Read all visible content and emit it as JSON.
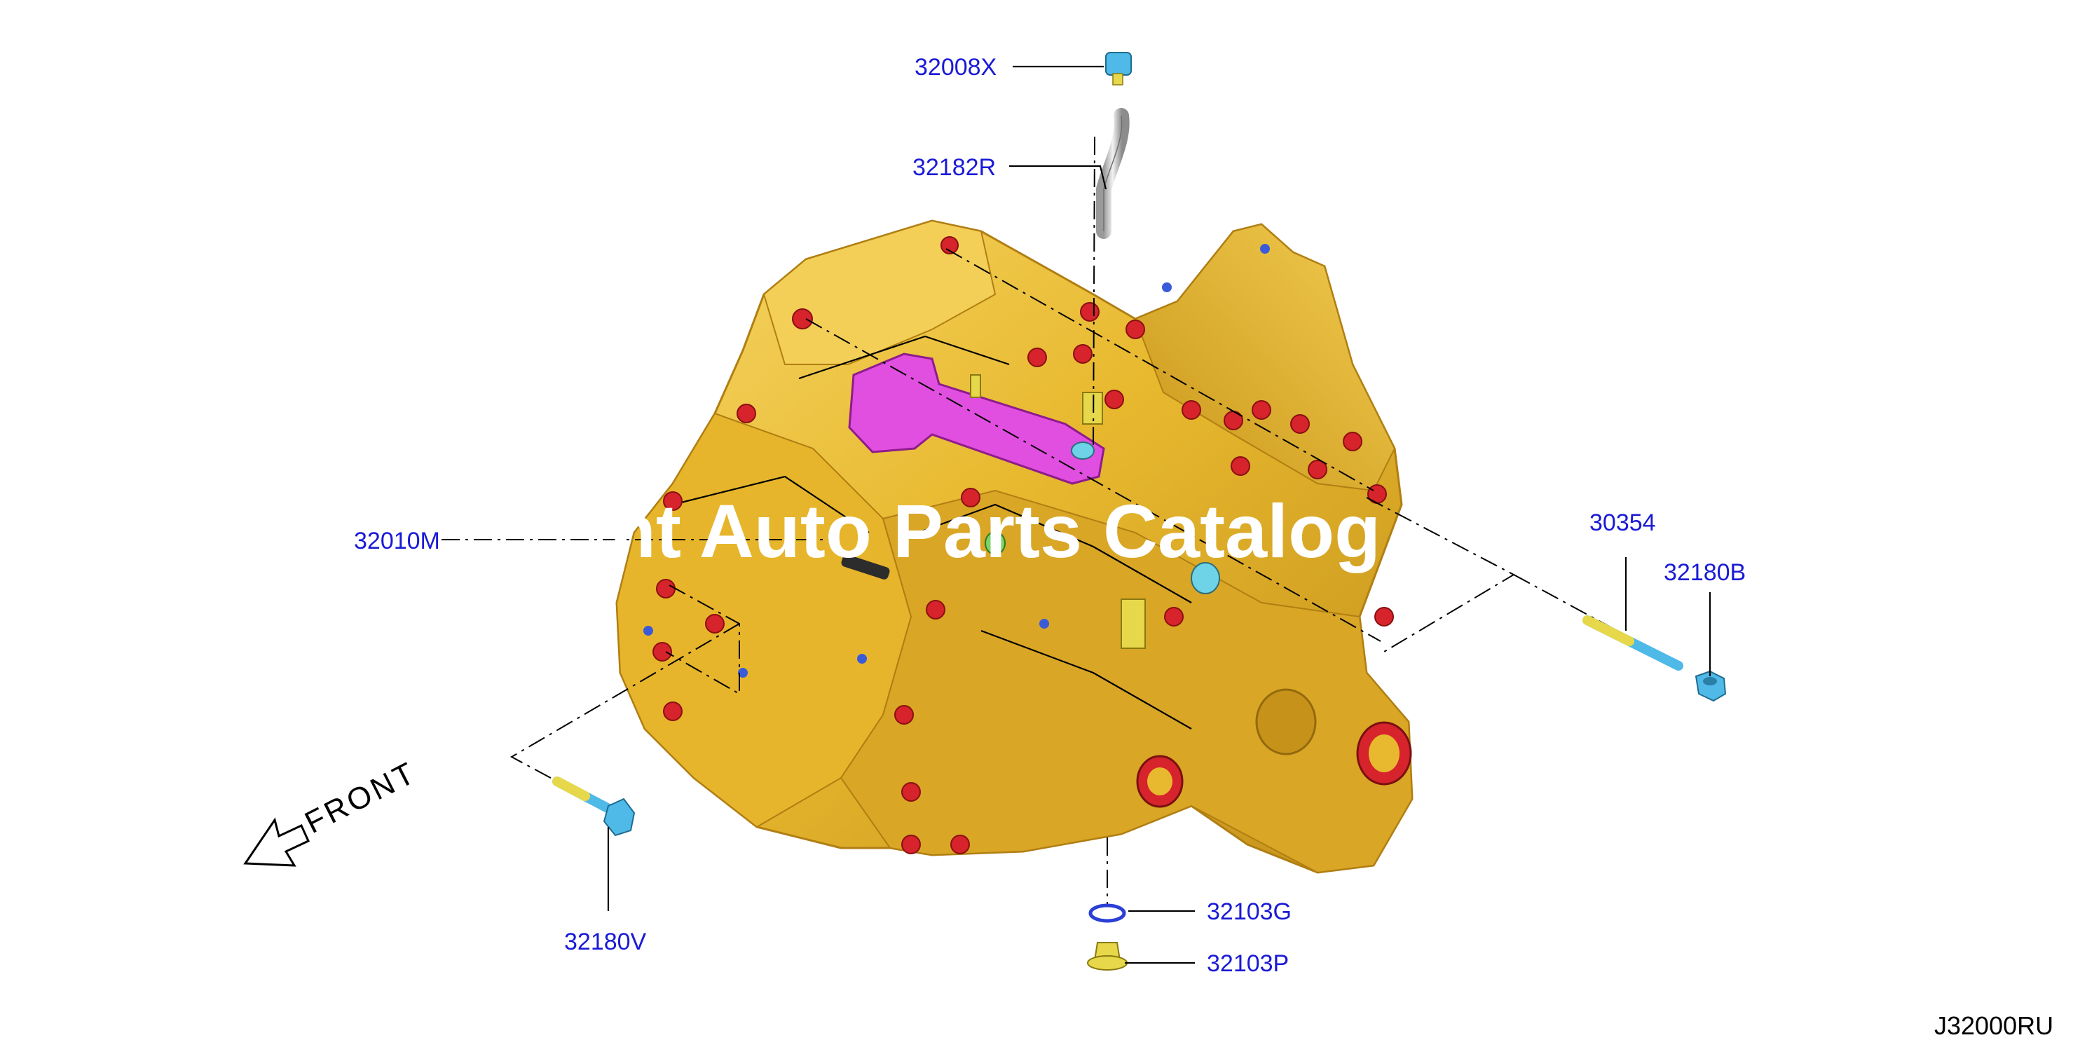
{
  "watermark": "nt Auto Parts Catalog",
  "reference_code": "J32000RU",
  "front_indicator": "FRONT",
  "parts": {
    "p32008X": "32008X",
    "p32182R": "32182R",
    "p32010M": "32010M",
    "p30354": "30354",
    "p32180B": "32180B",
    "p32180V": "32180V",
    "p32103G": "32103G",
    "p32103P": "32103P"
  },
  "colors": {
    "housing": "#e8b92f",
    "label_text": "#1a1ad6",
    "bolt_heads": "#d6232c",
    "magenta_bracket": "#e14fe0",
    "fastener_blue": "#4fb9e8",
    "fastener_yellow": "#e6d84a",
    "o_ring": "#2b3fd6"
  }
}
